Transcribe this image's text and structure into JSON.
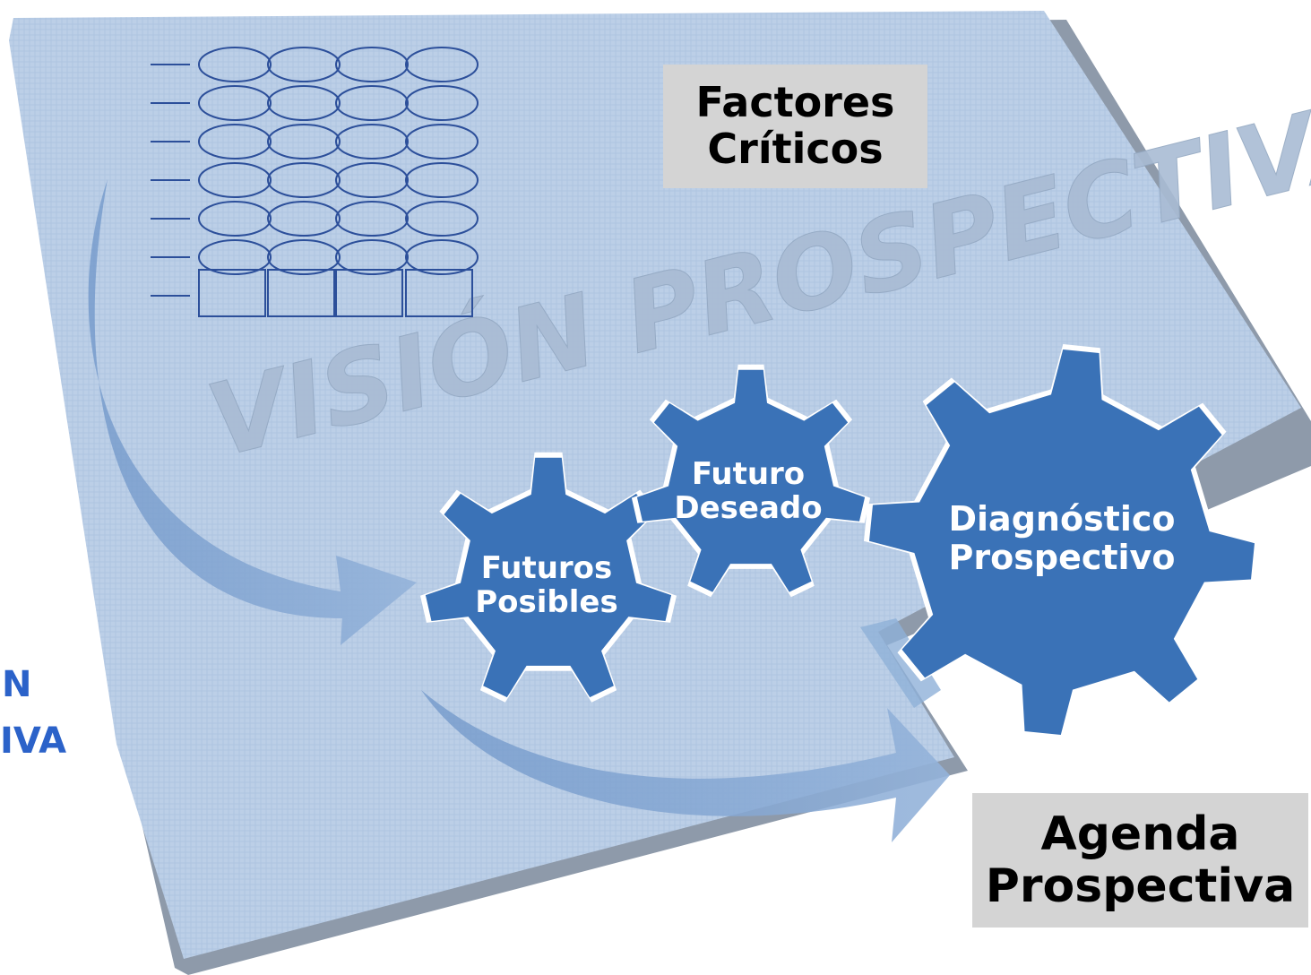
{
  "watermark": "VISIÓN PROSPECTIVA",
  "factors_box": {
    "line1": "Factores",
    "line2": "Críticos"
  },
  "agenda_box": {
    "line1": "Agenda",
    "line2": "Prospectiva"
  },
  "gears": [
    {
      "line1": "Futuros",
      "line2": "Posibles"
    },
    {
      "line1": "Futuro",
      "line2": "Deseado"
    },
    {
      "line1": "Diagnóstico",
      "line2": "Prospectivo"
    }
  ],
  "side_label": {
    "line1": "N",
    "line2": "IVA"
  },
  "colors": {
    "board": "#b9cde6",
    "board_edge": "#8e9aaa",
    "gear": "#3a72b7",
    "arrow": "#7fa2cf",
    "grid_stroke": "#2c4f9a",
    "side_text": "#2b62c9",
    "box": "#d4d4d4"
  }
}
